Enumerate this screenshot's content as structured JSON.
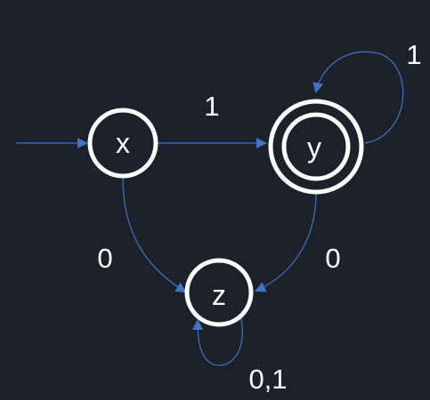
{
  "diagram": {
    "colors": {
      "background": "#1d2129",
      "state_stroke": "#ffffff",
      "edge": "#4472c4",
      "text": "#ffffff"
    },
    "states": {
      "x": {
        "label": "x",
        "start": true,
        "accepting": false
      },
      "y": {
        "label": "y",
        "start": false,
        "accepting": true
      },
      "z": {
        "label": "z",
        "start": false,
        "accepting": false
      }
    },
    "transitions": {
      "x_to_y": {
        "from": "x",
        "to": "y",
        "label": "1"
      },
      "y_to_y": {
        "from": "y",
        "to": "y",
        "label": "1"
      },
      "x_to_z": {
        "from": "x",
        "to": "z",
        "label": "0"
      },
      "y_to_z": {
        "from": "y",
        "to": "z",
        "label": "0"
      },
      "z_to_z": {
        "from": "z",
        "to": "z",
        "label": "0,1"
      }
    }
  }
}
